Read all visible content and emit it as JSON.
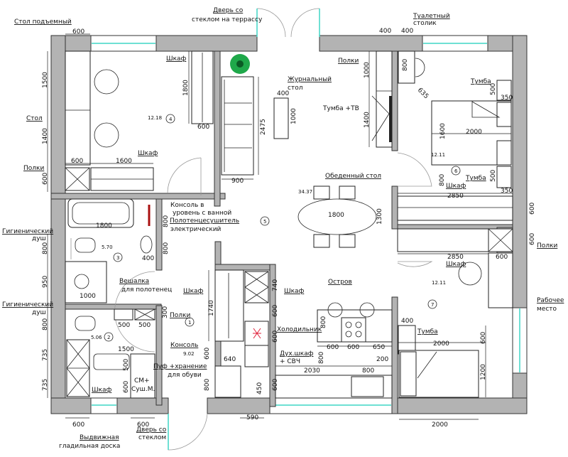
{
  "plan": {
    "rooms": [
      {
        "number": "1",
        "area": "9.02"
      },
      {
        "number": "2",
        "area": "5.06"
      },
      {
        "number": "3",
        "area": "5.70"
      },
      {
        "number": "4",
        "area": "12.18"
      },
      {
        "number": "5",
        "area": "34.37"
      },
      {
        "number": "6",
        "area": "12.11"
      },
      {
        "number": "7",
        "area": "12.11"
      }
    ],
    "labels": {
      "terrace_door_1": "Дверь со",
      "terrace_door_2": "стеклом на террассу",
      "lift_table": "Стол подъемный",
      "table": "Стол",
      "shelves_left": "Полки",
      "wardrobe_study": "Шкаф",
      "wardrobe_study_low": "Шкаф",
      "coffee_table_1": "Журнальный",
      "coffee_table_2": "стол",
      "shelves_living": "Полки",
      "tv_stand": "Тумба +ТВ",
      "dressing_1": "Туалетный",
      "dressing_2": "столик",
      "nightstand_top": "Тумба",
      "nightstand_bottom": "Тумба",
      "wardrobe_bed6": "Шкаф",
      "dining_table": "Обеденный стол",
      "console_1": "Консоль в",
      "console_2": "уровень с ванной",
      "towel_1": "Полотенцесушитель",
      "towel_2": "электрический",
      "hyg_shower_1a": "Гигиенический",
      "hyg_shower_1b": "душ",
      "hyg_shower_2a": "Гигиенический",
      "hyg_shower_2b": "душ",
      "towel_hanger_1": "Вешалка",
      "towel_hanger_2": "для полотенец",
      "shelves_hall": "Полки",
      "wardrobe_hall": "Шкаф",
      "wardrobe_kitchen": "Шкаф",
      "fridge": "Холодильник",
      "oven_1": "Дух.шкаф",
      "oven_2": "+ СВЧ",
      "island": "Остров",
      "console_hall": "Консоль",
      "pouf_1": "Пуф +хранение",
      "pouf_2": "для обуви",
      "wardrobe_laundry": "Шкаф",
      "washer_1": "СМ+",
      "washer_2": "Суш.М.",
      "ironing_1": "Выдвижная",
      "ironing_2": "гладильная доска",
      "entry_door_1": "Дверь со",
      "entry_door_2": "стеклом",
      "wardrobe_bed7": "Шкаф",
      "shelves_bed7": "Полки",
      "workplace_1": "Рабочее",
      "workplace_2": "место",
      "nightstand_bed7": "Тумба"
    },
    "dimensions": {
      "d600_top": "600",
      "d1500": "1500",
      "d1400": "1400",
      "d600_shelf": "600",
      "d600_shelf_w": "600",
      "d1600": "1600",
      "d1800_wardrobe": "1800",
      "d600_wardrobe": "600",
      "d2475": "2475",
      "d900": "900",
      "d400_table": "400",
      "d1000_table": "1000",
      "d400_a": "400",
      "d400_b": "400",
      "d1000_shelves": "1000",
      "d1400_tv": "1400",
      "d800_dress": "800",
      "d635": "635",
      "d500_ns1": "500",
      "d350_ns1": "350",
      "d1600_bed": "1600",
      "d2000_bed": "2000",
      "d500_ns2": "500",
      "d350_ns2": "350",
      "d800_door6": "800",
      "d2850_a": "2850",
      "d600_wr6": "600",
      "d1800_dining": "1800",
      "d1300_dining": "1300",
      "d1800_bath": "1800",
      "d800_console": "800",
      "d400_sink": "400",
      "d800_sink": "800",
      "d800_b3": "800",
      "d950": "950",
      "d1000_shower": "1000",
      "d800_b2": "800",
      "d500_a": "500",
      "d500_b": "500",
      "d300": "300",
      "d735_a": "735",
      "d735_b": "735",
      "d1500_lau": "1500",
      "d500_lau": "500",
      "d600_lau": "600",
      "d600_bot_a": "600",
      "d600_bot_b": "600",
      "d1740": "1740",
      "d740": "740",
      "d600_k1": "600",
      "d600_k2": "600",
      "d600_k3": "600",
      "d600_console": "600",
      "d640": "640",
      "d800_pouf": "800",
      "d450": "450",
      "d590": "590",
      "d800_island": "800",
      "d600_i1": "600",
      "d600_i2": "600",
      "d650": "650",
      "d800_pass": "800",
      "d2030": "2030",
      "d800_sink_k": "800",
      "d200": "200",
      "d2850_b": "2850",
      "d600_shelf7": "600",
      "d600_shelf7_v": "600",
      "d400_ns7": "400",
      "d2000_bed7": "2000",
      "d600_bed7": "600",
      "d1200": "1200",
      "d2000_bottom": "2000"
    }
  }
}
